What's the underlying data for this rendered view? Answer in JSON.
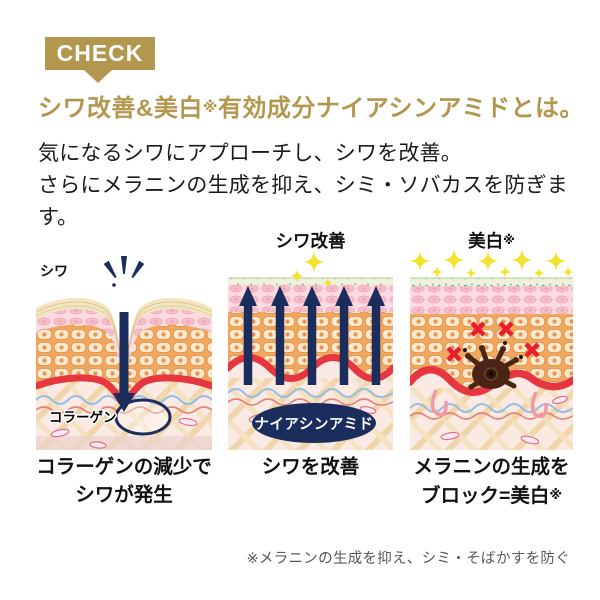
{
  "check_badge": {
    "label": "CHECK"
  },
  "heading": {
    "part1": "シワ改善&美白",
    "note": "※",
    "part2": "有効成分ナイアシンアミドとは。"
  },
  "intro": {
    "line1": "気になるシワにアプローチし、シワを改善。",
    "line2": "さらにメラニンの生成を抑え、シミ・ソバカスを防ぎます。"
  },
  "panels": {
    "wrinkle_cause": {
      "skin_label": "シワ",
      "collagen_label": "コラーゲン",
      "caption_line1": "コラーゲンの減少で",
      "caption_line2": "シワが発生"
    },
    "wrinkle_improve": {
      "top_label": "シワ改善",
      "ingredient_badge": "ナイアシンアミド",
      "caption": "シワを改善"
    },
    "whitening": {
      "top_label": "美白",
      "top_label_note": "※",
      "caption_line1": "メラニンの生成を",
      "caption_line2_part1": "ブロック=美白",
      "caption_line2_note": "※"
    }
  },
  "footnote": "※メラニンの生成を抑え、シミ・そばかすを防ぐ",
  "colors": {
    "gold": "#b3974f",
    "navy": "#1b2d5c",
    "membrane_red": "#e6363f",
    "sparkle_yellow": "#f4e32e",
    "block_red": "#e81e2c",
    "footnote_gray": "#595959"
  }
}
